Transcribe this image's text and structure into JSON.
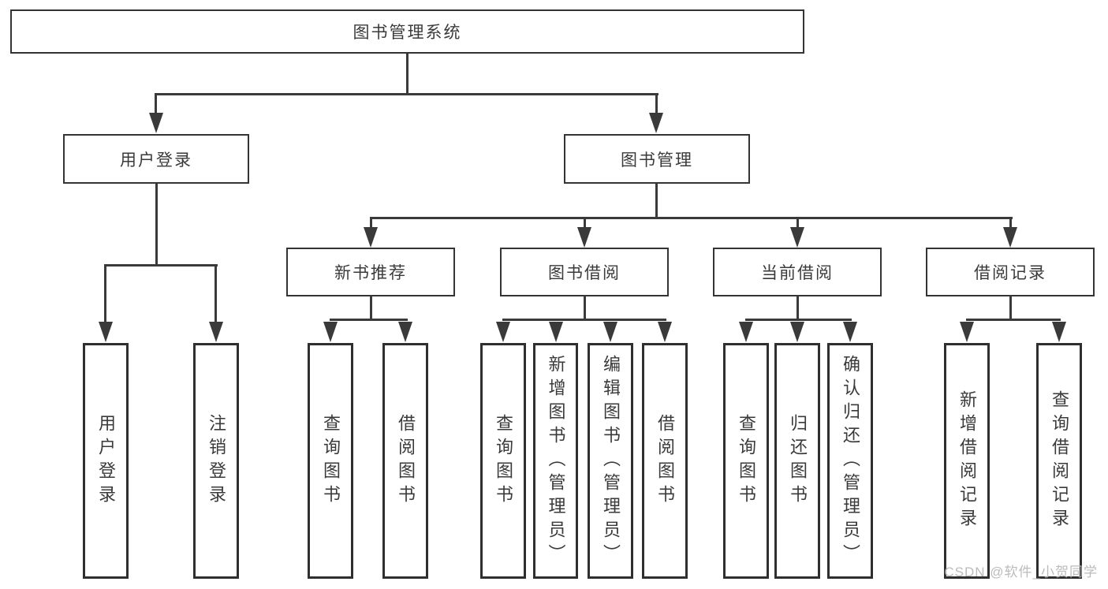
{
  "diagram": {
    "title_node": {
      "label": "图书管理系统"
    },
    "level2": [
      {
        "id": "user-login",
        "label": "用户登录"
      },
      {
        "id": "book-management",
        "label": "图书管理"
      }
    ],
    "level3": [
      {
        "id": "new-book-recommend",
        "label": "新书推荐",
        "parent": "book-management"
      },
      {
        "id": "book-borrow",
        "label": "图书借阅",
        "parent": "book-management"
      },
      {
        "id": "current-borrow",
        "label": "当前借阅",
        "parent": "book-management"
      },
      {
        "id": "borrow-records",
        "label": "借阅记录",
        "parent": "book-management"
      }
    ],
    "leaves": [
      {
        "parent": "user-login",
        "label": "用户登录"
      },
      {
        "parent": "user-login",
        "label": "注销登录"
      },
      {
        "parent": "new-book-recommend",
        "label": "查询图书"
      },
      {
        "parent": "new-book-recommend",
        "label": "借阅图书"
      },
      {
        "parent": "book-borrow",
        "label": "查询图书"
      },
      {
        "parent": "book-borrow",
        "label": "新增图书（管理员）"
      },
      {
        "parent": "book-borrow",
        "label": "编辑图书（管理员）"
      },
      {
        "parent": "book-borrow",
        "label": "借阅图书"
      },
      {
        "parent": "current-borrow",
        "label": "查询图书"
      },
      {
        "parent": "current-borrow",
        "label": "归还图书"
      },
      {
        "parent": "current-borrow",
        "label": "确认归还（管理员）"
      },
      {
        "parent": "borrow-records",
        "label": "新增借阅记录"
      },
      {
        "parent": "borrow-records",
        "label": "查询借阅记录"
      }
    ]
  },
  "watermark": {
    "text": "CSDN @软件_小贺同学"
  },
  "colors": {
    "line": "#3a3a3a",
    "box_border": "#2f2f2f",
    "text": "#3a3a3a",
    "watermark": "#b6b6b6",
    "background": "#ffffff"
  }
}
